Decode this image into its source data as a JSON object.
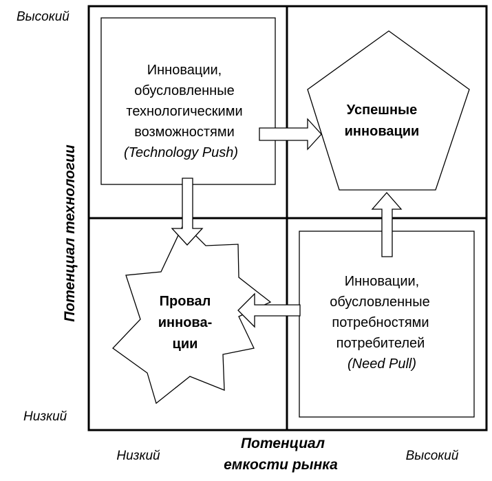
{
  "axes": {
    "y_title": "Потенциал технологии",
    "y_high": "Высокий",
    "y_low": "Низкий",
    "x_title_line1": "Потенциал",
    "x_title_line2": "емкости рынка",
    "x_low": "Низкий",
    "x_high": "Высокий"
  },
  "quadrants": {
    "technology_push": {
      "lines": [
        "Инновации,",
        "обусловленные",
        "технологическими",
        "возможностями"
      ],
      "label_en": "(Technology Push)"
    },
    "successful": {
      "lines": [
        "Успешные",
        "инновации"
      ]
    },
    "failure": {
      "lines": [
        "Провал",
        "иннова-",
        "ции"
      ]
    },
    "need_pull": {
      "lines": [
        "Инновации,",
        "обусловленные",
        "потребностями",
        "потребителей"
      ],
      "label_en": "(Need Pull)"
    }
  },
  "colors": {
    "stroke": "#000000",
    "fill": "#ffffff"
  }
}
